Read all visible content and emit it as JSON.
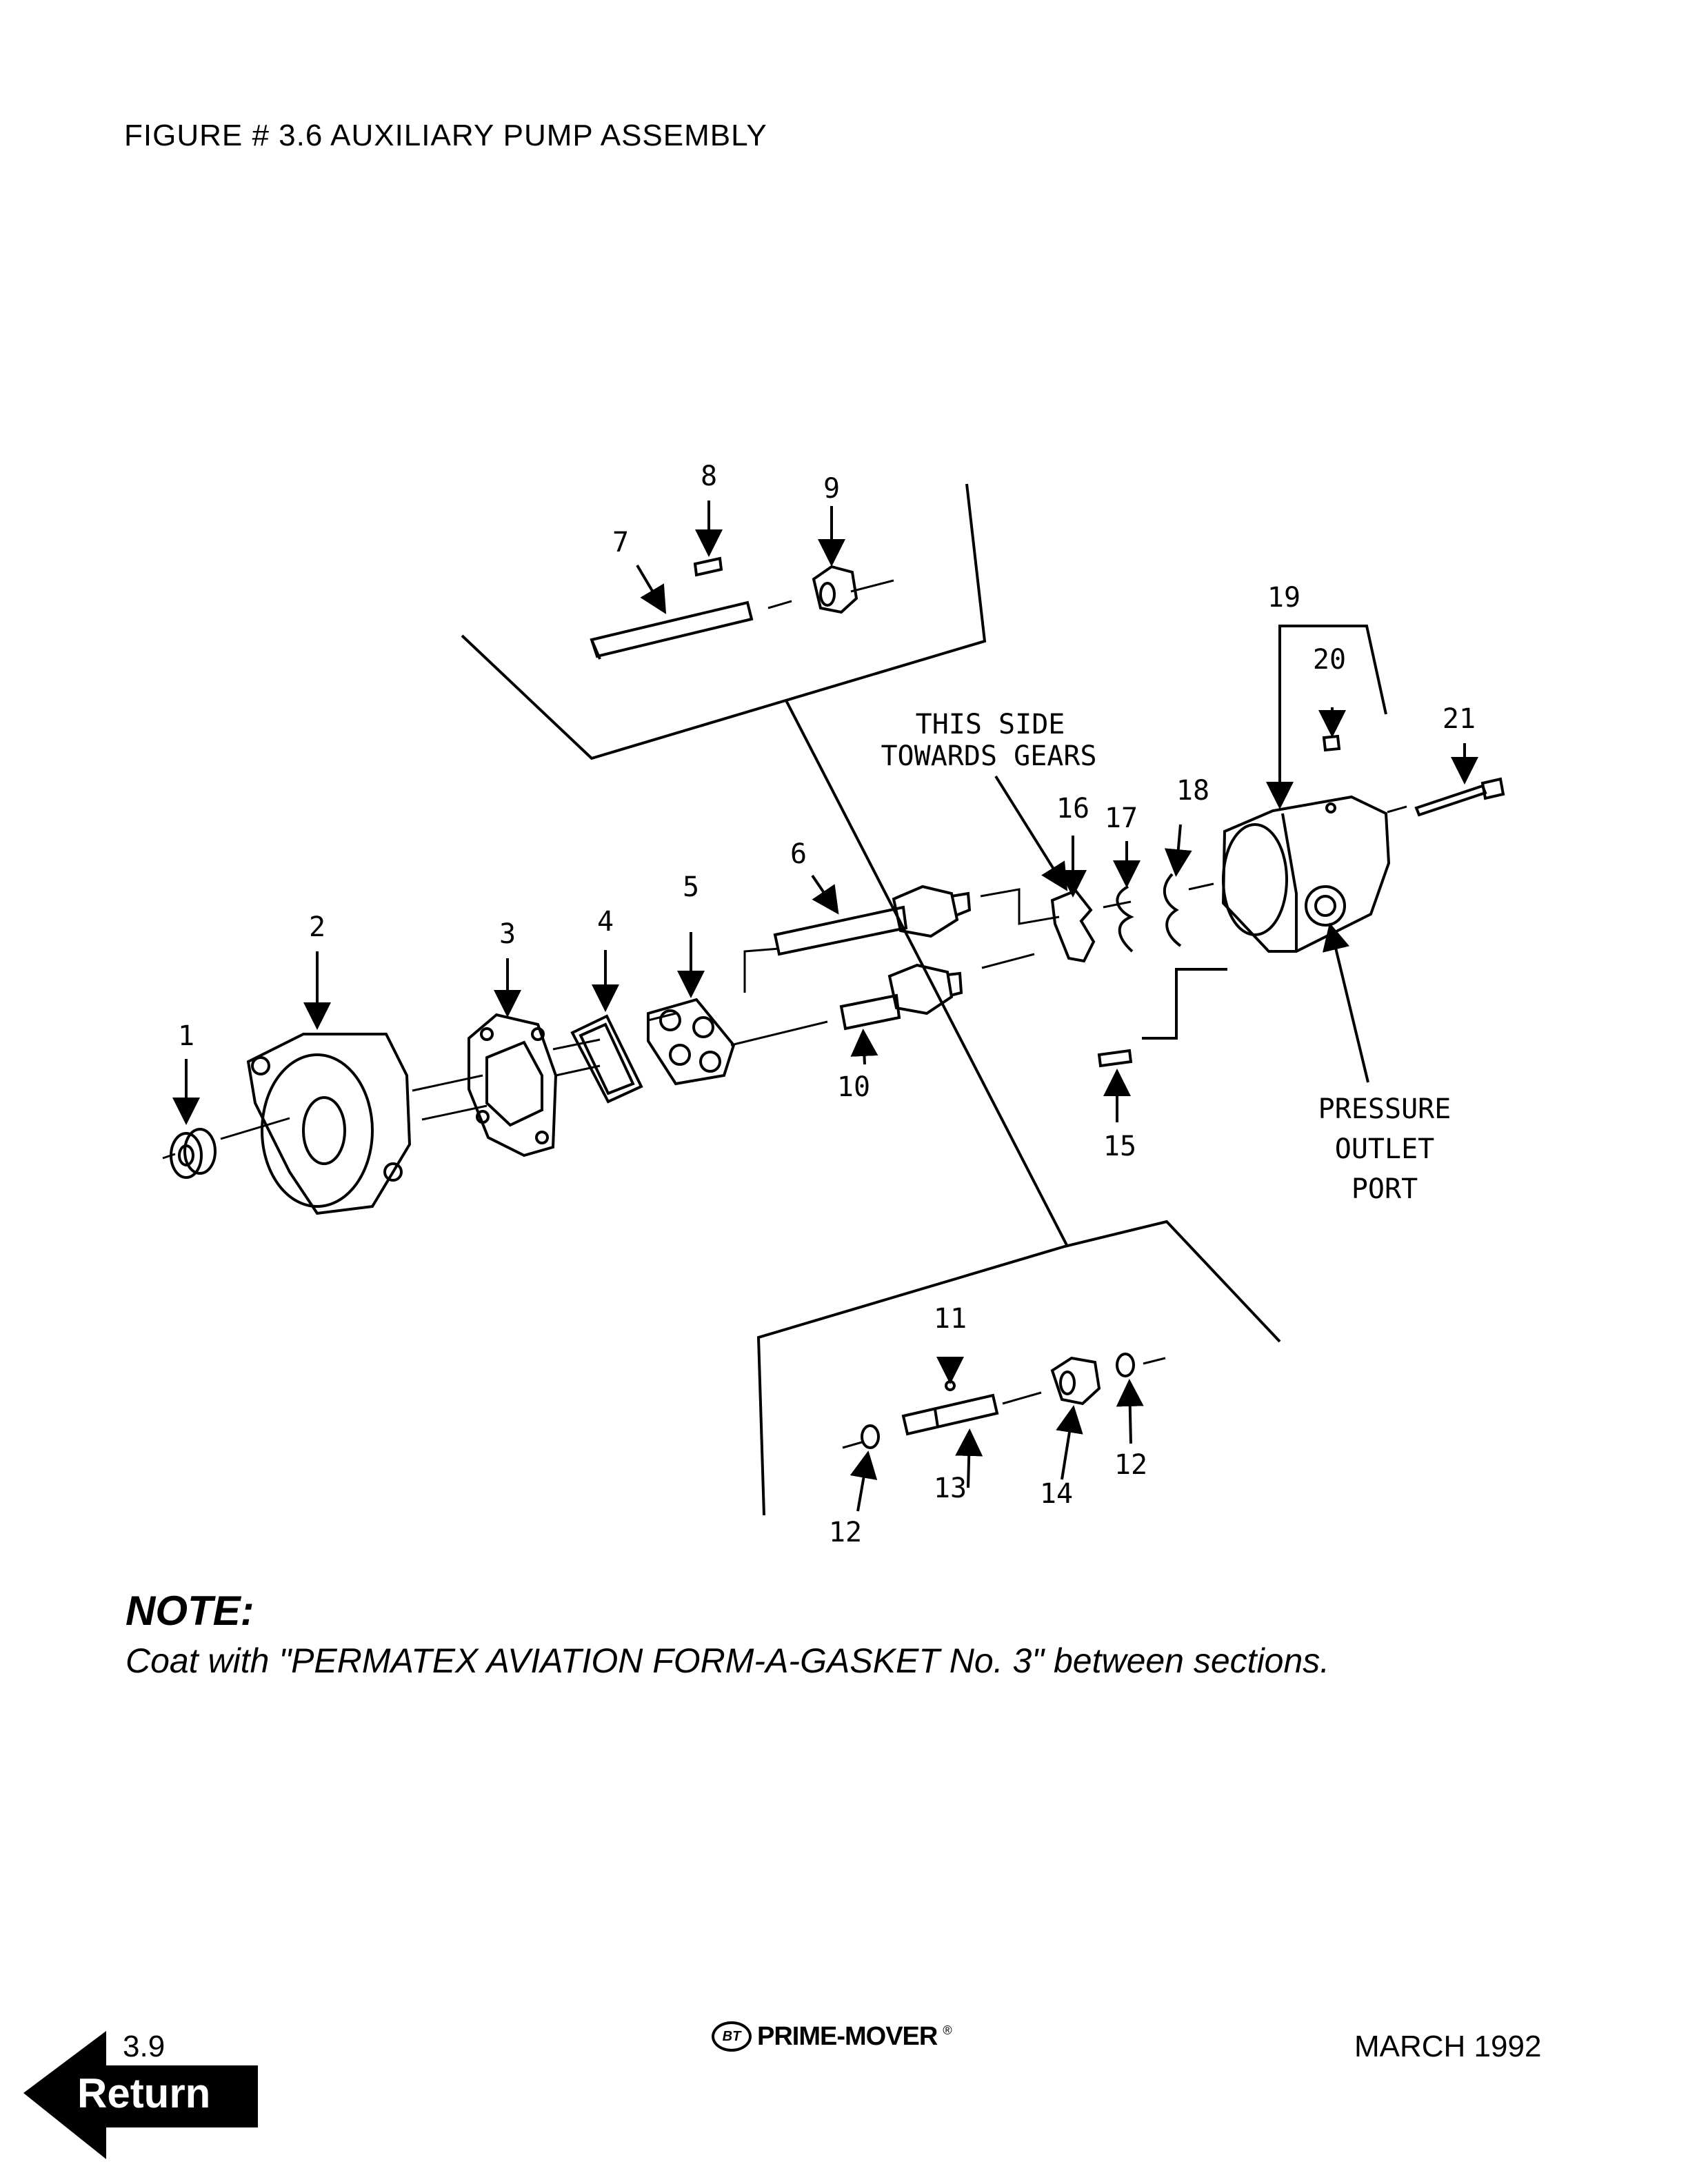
{
  "figure_title": "FIGURE # 3.6  AUXILIARY PUMP ASSEMBLY",
  "callouts": {
    "c1": "1",
    "c2": "2",
    "c3": "3",
    "c4": "4",
    "c5": "5",
    "c6": "6",
    "c7": "7",
    "c8": "8",
    "c9": "9",
    "c10": "10",
    "c11": "11",
    "c12a": "12",
    "c12b": "12",
    "c13": "13",
    "c14": "14",
    "c15": "15",
    "c16": "16",
    "c17": "17",
    "c18": "18",
    "c19": "19",
    "c20": "20",
    "c21": "21"
  },
  "annotations": {
    "side_line1": "THIS SIDE",
    "side_line2": "TOWARDS GEARS",
    "port_line1": "PRESSURE",
    "port_line2": "OUTLET",
    "port_line3": "PORT"
  },
  "note": {
    "heading": "NOTE:",
    "text": "Coat with \"PERMATEX AVIATION FORM-A-GASKET No. 3\" between sections."
  },
  "footer": {
    "page_number": "3.9",
    "brand_badge": "BT",
    "brand": "PRIME-MOVER",
    "brand_mark": "®",
    "date": "MARCH 1992"
  },
  "return_button": {
    "label": "Return"
  }
}
